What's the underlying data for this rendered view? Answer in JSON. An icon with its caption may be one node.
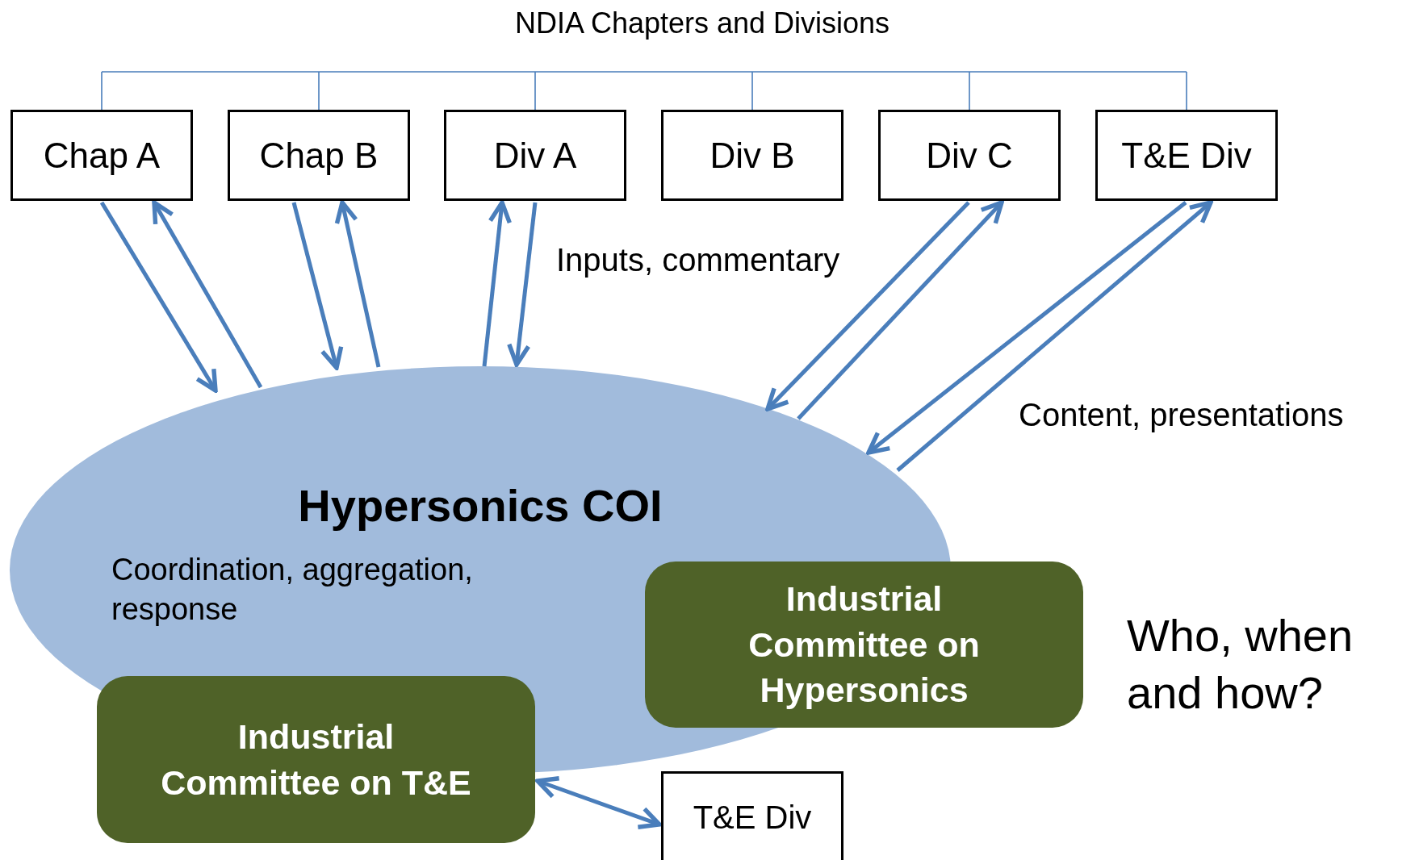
{
  "diagram": {
    "title": "NDIA Chapters and Divisions",
    "nodes": [
      {
        "text": [
          "Chap A"
        ]
      },
      {
        "text": [
          "Chap B"
        ]
      },
      {
        "text": [
          "Div A"
        ]
      },
      {
        "text": [
          "Div B"
        ]
      },
      {
        "text": [
          "Div C"
        ]
      },
      {
        "text": [
          "T&E Div"
        ]
      },
      {
        "text": [
          "Hypersonics COI",
          "Coordination, aggregation, response"
        ]
      },
      {
        "text": [
          "Industrial Committee on Hypersonics"
        ]
      },
      {
        "text": [
          "Industrial Committee on T&E"
        ]
      },
      {
        "text": [
          "T&E Div"
        ]
      }
    ],
    "edges": [
      {
        "from": 0,
        "to": 6,
        "arrow": "to"
      },
      {
        "from": 6,
        "to": 0,
        "arrow": "to"
      },
      {
        "from": 1,
        "to": 6,
        "arrow": "to"
      },
      {
        "from": 6,
        "to": 1,
        "arrow": "to"
      },
      {
        "from": 6,
        "to": 2,
        "arrow": "to"
      },
      {
        "from": 2,
        "to": 6,
        "arrow": "to"
      },
      {
        "from": 4,
        "to": 6,
        "arrow": "to"
      },
      {
        "from": 6,
        "to": 4,
        "arrow": "to"
      },
      {
        "from": 5,
        "to": 6,
        "arrow": "to"
      },
      {
        "from": 6,
        "to": 5,
        "arrow": "to"
      },
      {
        "from": 8,
        "to": 9,
        "arrow": "both"
      }
    ],
    "labels": [
      "Inputs, commentary",
      "Content, presentations",
      "Who, when and how?"
    ]
  }
}
